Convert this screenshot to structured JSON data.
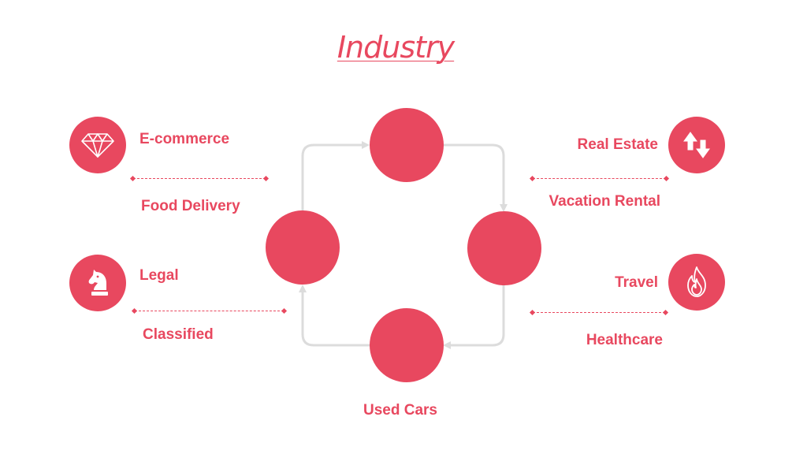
{
  "colors": {
    "accent": "#e8485f",
    "connector": "#dcdcdc",
    "background": "#ffffff"
  },
  "title": "Industry",
  "industries": {
    "ecommerce": "E-commerce",
    "food_delivery": "Food Delivery",
    "legal": "Legal",
    "classified": "Classified",
    "real_estate": "Real Estate",
    "vacation_rental": "Vacation Rental",
    "travel": "Travel",
    "healthcare": "Healthcare",
    "used_cars": "Used Cars"
  },
  "icons": {
    "ecommerce": "diamond-icon",
    "legal": "chess-knight-icon",
    "real_estate": "up-down-arrows-icon",
    "travel": "flame-icon"
  }
}
